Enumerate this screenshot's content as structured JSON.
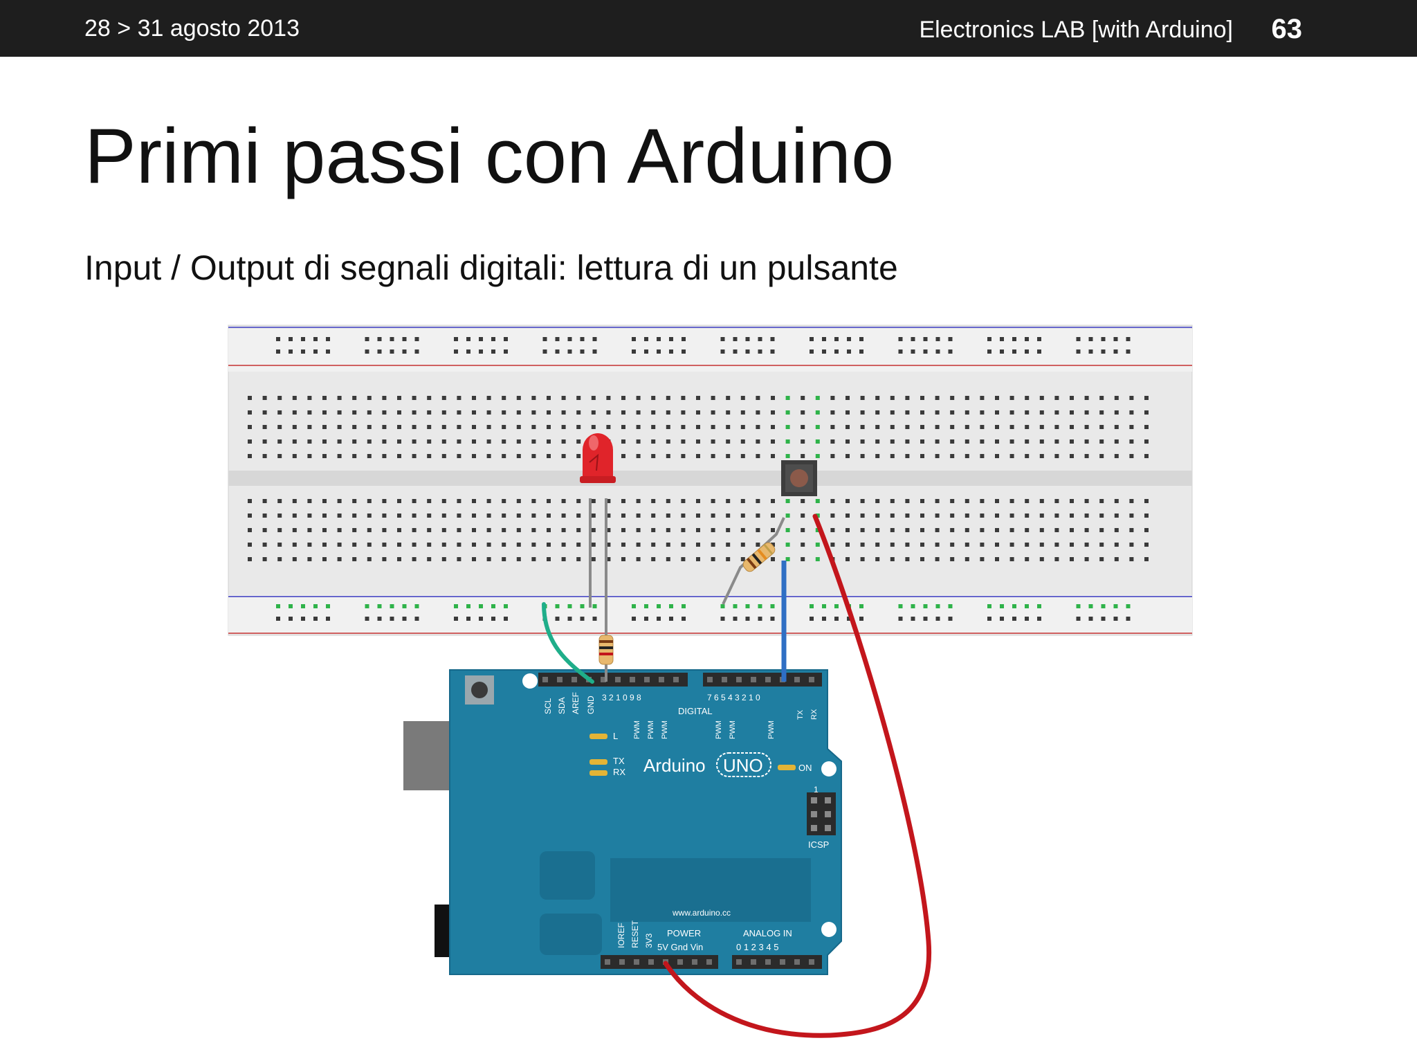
{
  "header": {
    "dates": "28 > 31 agosto 2013",
    "course": "Electronics LAB [with Arduino]",
    "page_number": "63"
  },
  "slide": {
    "title": "Primi passi con Arduino",
    "subtitle": "Input / Output di segnali digitali: lettura di un pulsante"
  },
  "board": {
    "name": "Arduino",
    "model": "UNO",
    "on_label": "ON",
    "icsp_label": "ICSP",
    "website": "www.arduino.cc",
    "power_label": "POWER",
    "analog_label": "ANALOG IN",
    "digital_label": "DIGITAL",
    "led_l_label": "L",
    "tx_label": "TX",
    "rx_label": "RX",
    "power_pins": "5V  Gnd  Vin",
    "analog_pins": "0  1  2  3  4  5",
    "digital_pins_left": "3  2  1  0  9  8",
    "digital_pins_right": "7  6  5  4  3  2  1  0",
    "vertical_labels": [
      "SCL",
      "SDA",
      "AREF",
      "GND",
      "IOREF",
      "RESET",
      "3V3"
    ],
    "pwm_label": "PWM",
    "tx_pin_label": "TX",
    "rx_pin_label": "RX",
    "one_mark": "1"
  },
  "colors": {
    "board": "#1f7ea1",
    "breadboard": "#e6e6e6",
    "wire_red": "#c3161c",
    "wire_blue": "#2f6fc4",
    "wire_green": "#1fae8a",
    "wire_grey": "#8a8a8a",
    "led": "#e0242a"
  },
  "icons": {
    "led": "red-led-icon",
    "button": "push-button-icon",
    "resistor": "resistor-icon"
  }
}
